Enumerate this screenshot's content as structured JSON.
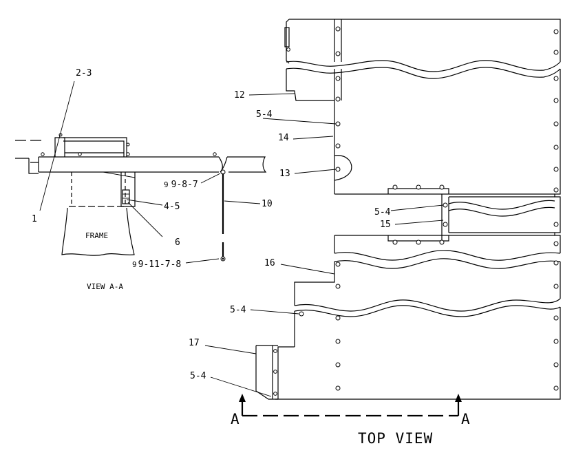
{
  "labels": {
    "view_aa": "VIEW A-A",
    "frame": "FRAME",
    "top_view": "TOP VIEW",
    "section_a_left": "A",
    "section_a_right": "A",
    "c_1": "1",
    "c_2_3": "2-3",
    "c_4_5": "4-5",
    "c_6": "6",
    "c_9_8_7": "9-8-7",
    "c_9_11_7_8": "9-11-7-8",
    "c_10": "10",
    "c_12": "12",
    "c_13": "13",
    "c_14": "14",
    "c_15": "15",
    "c_16": "16",
    "c_17": "17",
    "c_5_4_a": "5-4",
    "c_5_4_b": "5-4",
    "c_5_4_c": "5-4",
    "c_5_4_d": "5-4"
  }
}
